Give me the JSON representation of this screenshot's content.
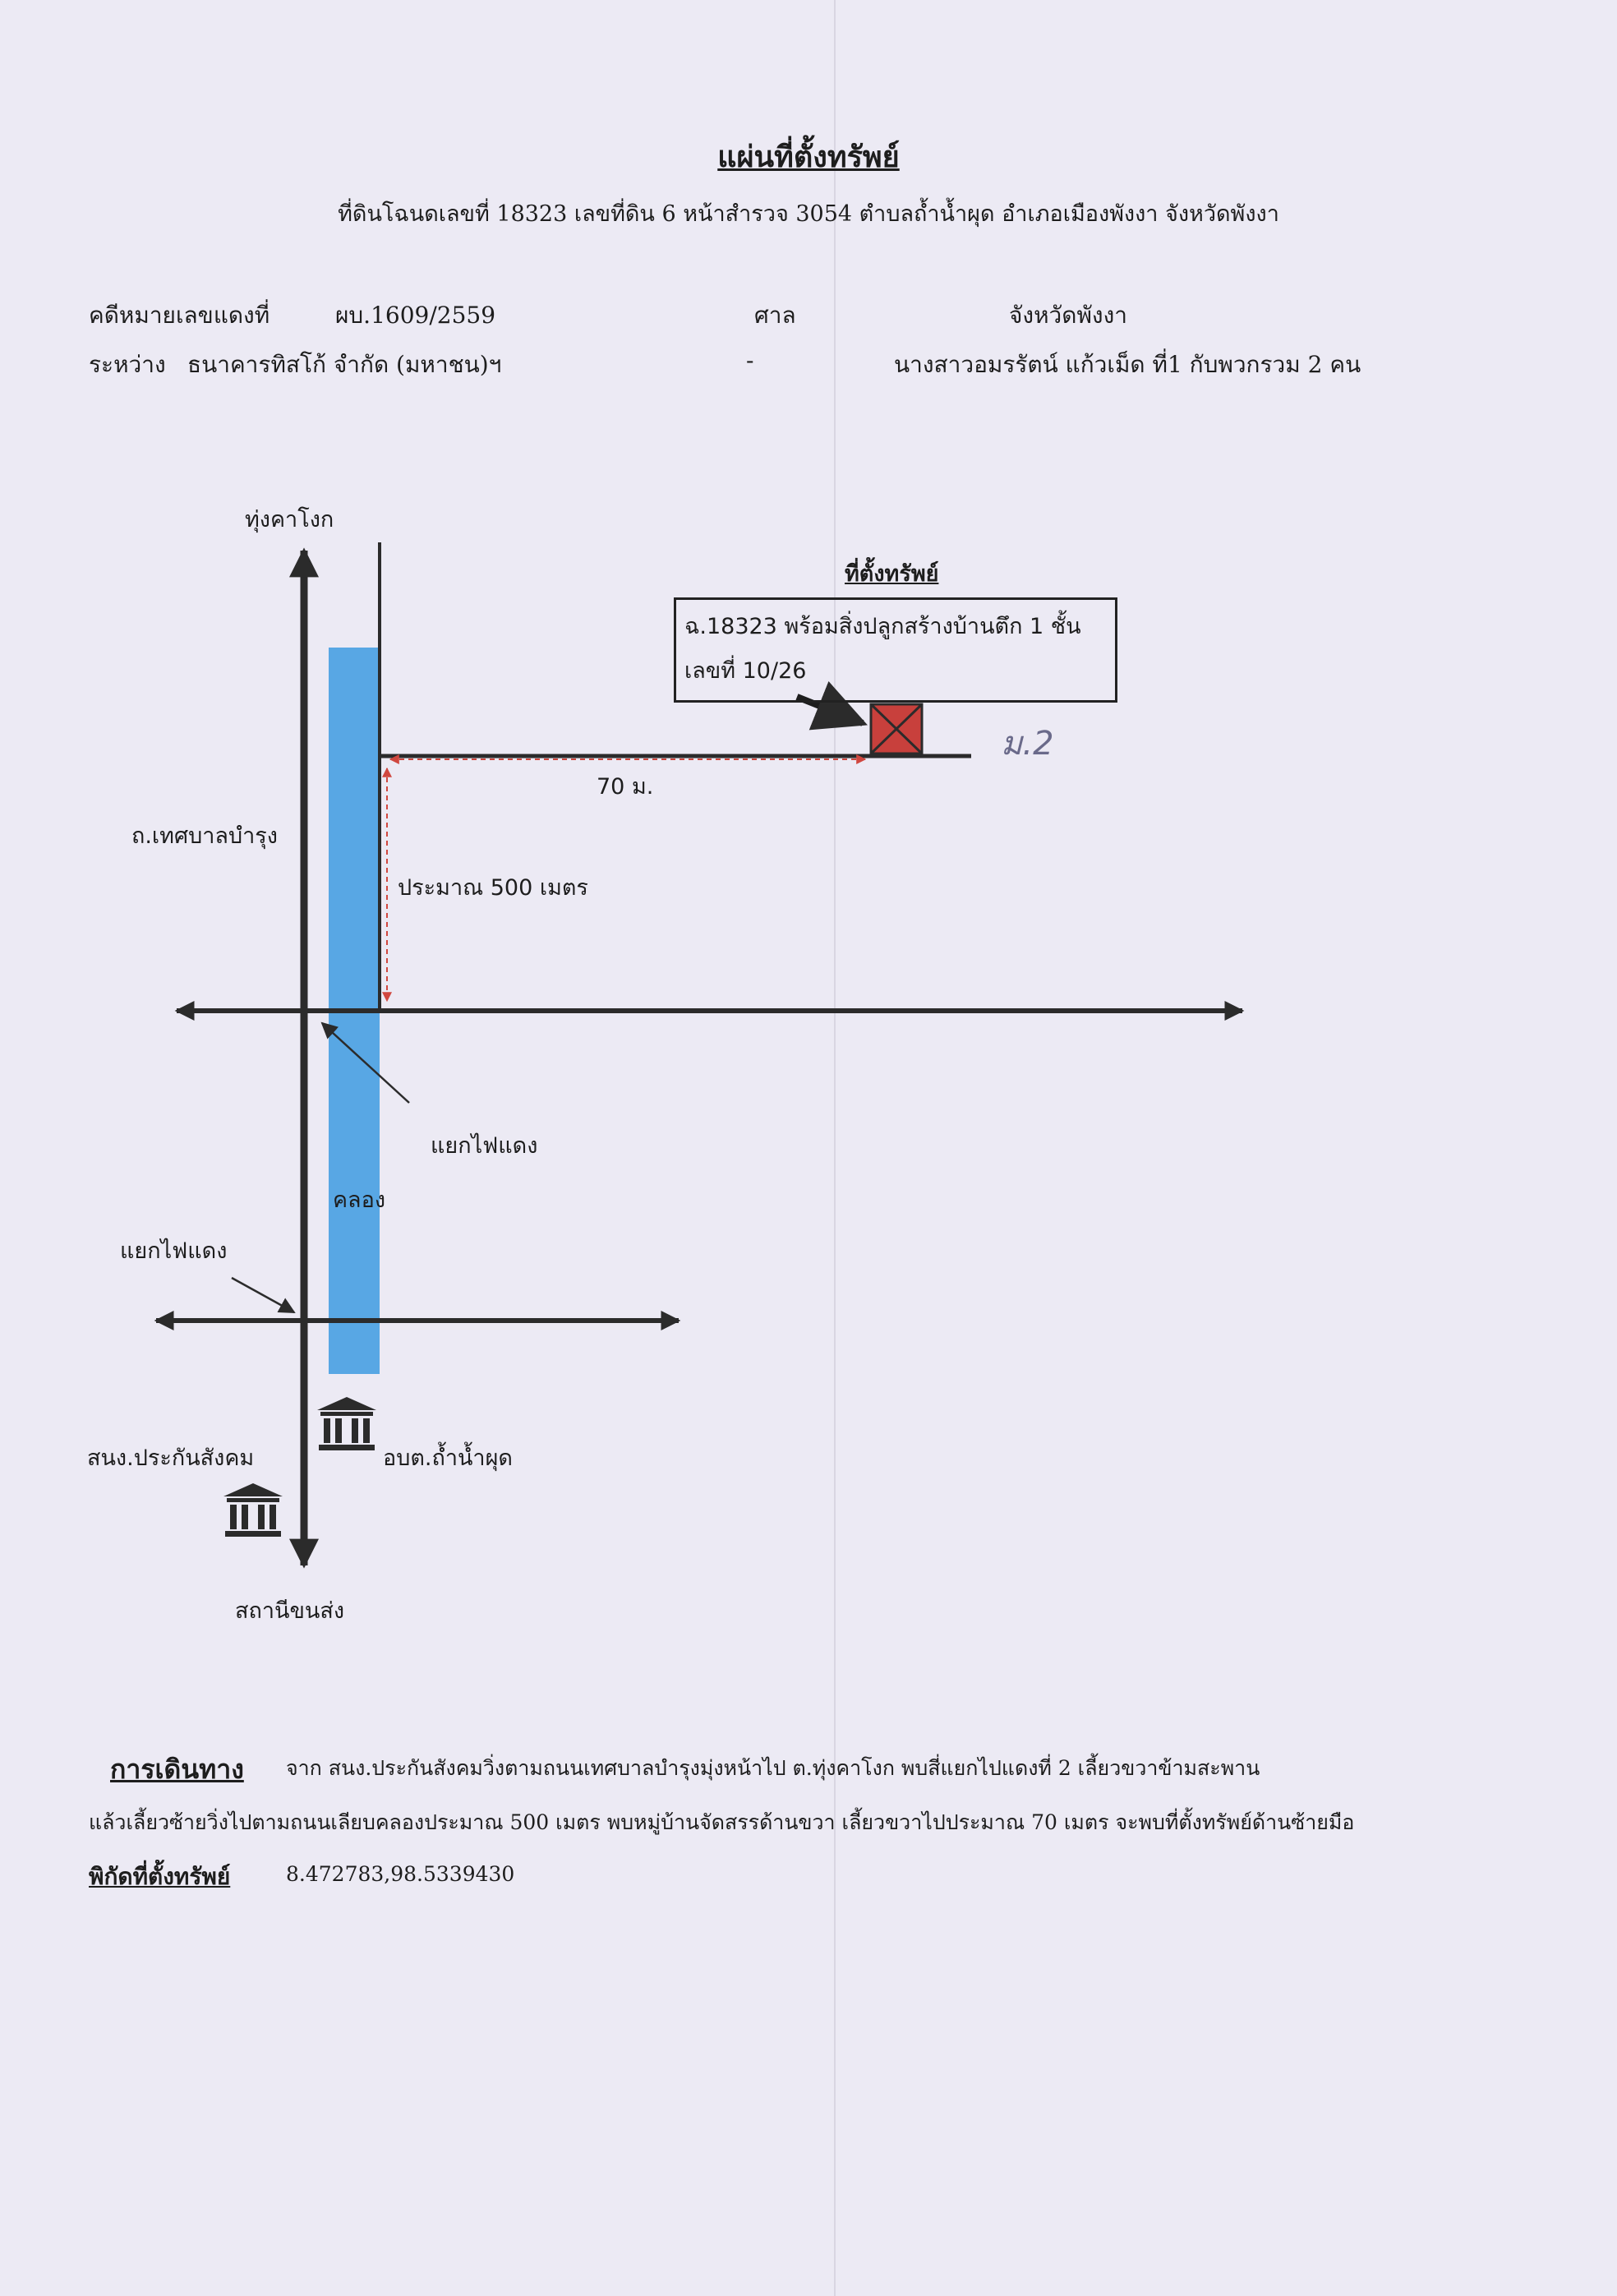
{
  "header": {
    "title": "แผ่นที่ตั้งทรัพย์",
    "subtitle": "ที่ดินโฉนดเลขที่ 18323 เลขที่ดิน 6 หน้าสำรวจ 3054 ตำบลถ้ำน้ำผุด อำเภอเมืองพังงา จังหวัดพังงา"
  },
  "case": {
    "number_label": "คดีหมายเลขแดงที่",
    "number_value": "ผบ.1609/2559",
    "court_label": "ศาล",
    "court_value": "จังหวัดพังงา",
    "between_label": "ระหว่าง",
    "plaintiff": "ธนาคารทิสโก้ จำกัด (มหาชน)ฯ",
    "dash": "-",
    "defendant": "นางสาวอมรรัตน์ แก้วเม็ด ที่1 กับพวกรวม 2 คน"
  },
  "map": {
    "north_label": "ทุ่งคาโงก",
    "south_label": "สถานีขนส่ง",
    "main_road_label": "ถ.เทศบาลบำรุง",
    "canal_label": "คลอง",
    "traffic_light_upper": "แยกไฟแดง",
    "traffic_light_lower": "แยกไฟแดง",
    "distance_vertical": "ประมาณ 500 เมตร",
    "distance_horizontal": "70 ม.",
    "property_heading": "ที่ตั้งทรัพย์",
    "property_line1": "ฉ.18323 พร้อมสิ่งปลูกสร้างบ้านตึก 1 ชั้น",
    "property_line2": "เลขที่ 10/26",
    "handwritten_note": "ม.2",
    "social_security_label": "สนง.ประกันสังคม",
    "sao_label": "อบต.ถ้ำน้ำผุด",
    "colors": {
      "canal": "#58a7e4",
      "property": "#c8403c",
      "dim_arrow": "#d0473f",
      "road": "#2b2b2b"
    }
  },
  "directions": {
    "heading": "การเดินทาง",
    "line1": "จาก สนง.ประกันสังคมวิ่งตามถนนเทศบาลบำรุงมุ่งหน้าไป ต.ทุ่งคาโงก พบสี่แยกไปแดงที่ 2 เลี้ยวขวาข้ามสะพาน",
    "line2": "แล้วเลี้ยวซ้ายวิ่งไปตามถนนเลียบคลองประมาณ 500 เมตร พบหมู่บ้านจัดสรรด้านขวา เลี้ยวขวาไปประมาณ 70 เมตร จะพบที่ตั้งทรัพย์ด้านซ้ายมือ",
    "coord_label": "พิกัดที่ตั้งทรัพย์",
    "coord_value": "8.472783,98.5339430"
  }
}
